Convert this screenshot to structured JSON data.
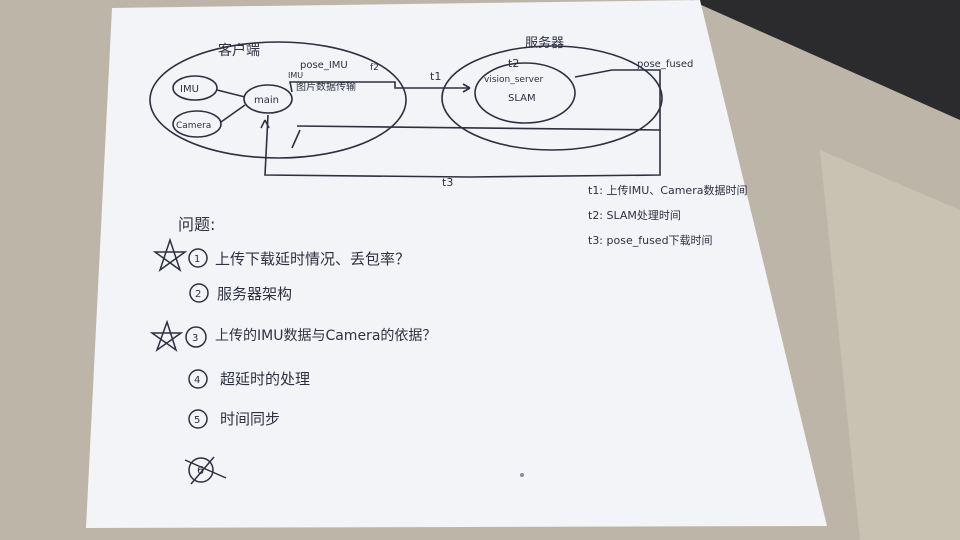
{
  "diagram": {
    "client_label": "客户端",
    "server_label": "服务器",
    "imu_label": "IMU",
    "camera_label": "Camera",
    "main_label": "main",
    "pose_imu_label": "pose_IMU",
    "imu_small_label": "IMU",
    "send_label": "图片数据传输",
    "f2_label": "f2",
    "t1_label": "t1",
    "t2_label": "t2",
    "t3_label": "t3",
    "vision_label": "vision_server",
    "slam_label": "SLAM",
    "pose_fused_label": "pose_fused"
  },
  "notes": {
    "title": "问题:",
    "items": [
      {
        "number": "1",
        "text": "上传下载延时情况、丢包率？"
      },
      {
        "number": "2",
        "text": "服务器架构"
      },
      {
        "number": "3",
        "text": "上传的IMU数据与Camera的依据？"
      },
      {
        "number": "4",
        "text": "超延时的处理"
      },
      {
        "number": "5",
        "text": "时间同步"
      },
      {
        "number": "6",
        "text": ""
      }
    ]
  },
  "legend": {
    "t1": "t1: 上传IMU、Camera数据时间",
    "t2": "t2: SLAM处理时间",
    "t3": "t3: pose_fused下载时间"
  },
  "colors": {
    "background": "#bdb6a8",
    "paper": "#f3f4f8",
    "ink": "#2e3040"
  }
}
